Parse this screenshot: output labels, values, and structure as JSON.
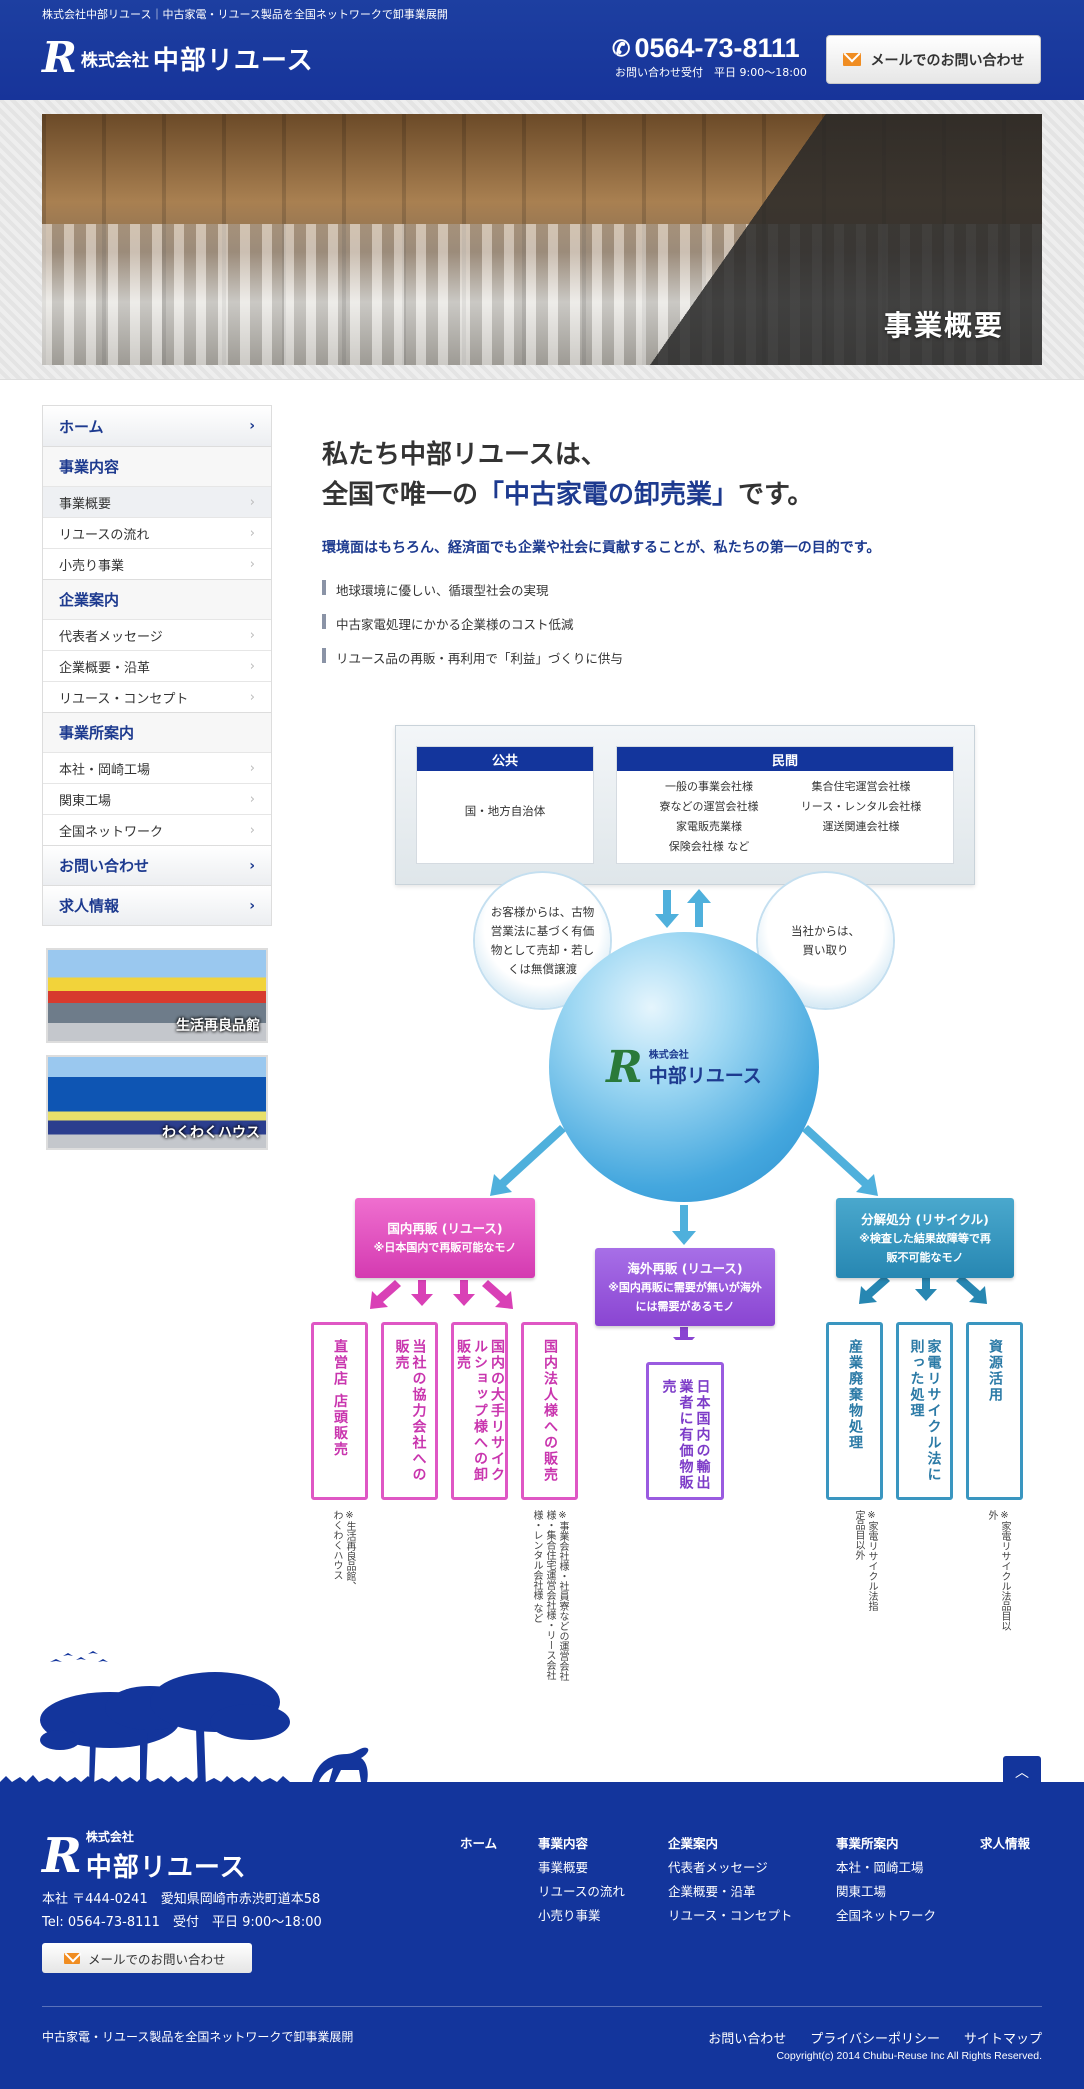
{
  "header": {
    "tagline": "株式会社中部リユース｜中古家電・リユース製品を全国ネットワークで卸事業展開",
    "logo_mark": "R",
    "logo_small": "株式会社",
    "logo_name": "中部リユース",
    "phone": "0564-73-8111",
    "phone_hours": "お問い合わせ受付　平日 9:00〜18:00",
    "mail_button": "メールでのお問い合わせ"
  },
  "hero": {
    "title": "事業概要"
  },
  "sidebar": {
    "home": "ホーム",
    "section_business": "事業内容",
    "business_items": [
      "事業概要",
      "リユースの流れ",
      "小売り事業"
    ],
    "section_company": "企業案内",
    "company_items": [
      "代表者メッセージ",
      "企業概要・沿革",
      "リユース・コンセプト"
    ],
    "section_offices": "事業所案内",
    "office_items": [
      "本社・岡崎工場",
      "関東工場",
      "全国ネットワーク"
    ],
    "contact": "お問い合わせ",
    "recruit": "求人情報",
    "banner1": "生活再良品館",
    "banner2": "わくわくハウス"
  },
  "main": {
    "title_line1": "私たち中部リユースは、",
    "title_line2_a": "全国で唯一の",
    "title_line2_hl": "「中古家電の卸売業」",
    "title_line2_b": "です。",
    "lead": "環境面はもちろん、経済面でも企業や社会に貢献することが、私たちの第一の目的です。",
    "bullets": [
      "地球環境に優しい、循環型社会の実現",
      "中古家電処理にかかる企業様のコスト低減",
      "リユース品の再販・再利用で「利益」づくりに供与"
    ]
  },
  "diagram": {
    "public_head": "公共",
    "public_body": "国・地方自治体",
    "private_head": "民間",
    "private_items": [
      "一般の事業会社様",
      "集合住宅運営会社様",
      "寮などの運営会社様",
      "リース・レンタル会社様",
      "家電販売業様",
      "運送関連会社様",
      "保険会社様 など"
    ],
    "bubble_left": "お客様からは、古物営業法に基づく有価物として売却・若しくは無償譲渡",
    "bubble_right": "当社からは、買い取り",
    "center_small": "株式会社",
    "center_name": "中部リユース",
    "domestic_title": "国内再販 (リユース)",
    "domestic_sub": "※日本国内で再販可能なモノ",
    "overseas_title": "海外再販 (リユース)",
    "overseas_sub": "※国内再販に需要が無いが海外には需要があるモノ",
    "disposal_title": "分解処分 (リサイクル)",
    "disposal_sub": "※検査した結果故障等で再販不可能なモノ",
    "domestic_items": [
      "直営店 店頭販売",
      "当社の協力会社への販売",
      "国内の大手リサイクルショップ様への卸販売",
      "国内法人様への販売"
    ],
    "overseas_items": [
      "日本国内の輸出業者に有価物販売"
    ],
    "disposal_items": [
      "産業廃棄物処理",
      "家電リサイクル法に則った処理",
      "資源活用"
    ],
    "note1": "※生活再良品館、わくわくハウス",
    "note2": "※事業会社様・社員寮などの運営会社様・集合住宅運営会社様・リース会社様・レンタル会社様 など",
    "note3": "※家電リサイクル法指定品目以外",
    "note4": "※家電リサイクル法品目以外"
  },
  "footer": {
    "logo_small": "株式会社",
    "logo_name": "中部リユース",
    "address": "本社 〒444-0241　愛知県岡崎市赤渋町道本58",
    "tel": "Tel: 0564-73-8111　受付　平日 9:00〜18:00",
    "mail_button": "メールでのお問い合わせ",
    "col_home": "ホーム",
    "col_business": {
      "head": "事業内容",
      "items": [
        "事業概要",
        "リユースの流れ",
        "小売り事業"
      ]
    },
    "col_company": {
      "head": "企業案内",
      "items": [
        "代表者メッセージ",
        "企業概要・沿革",
        "リユース・コンセプト"
      ]
    },
    "col_offices": {
      "head": "事業所案内",
      "items": [
        "本社・岡崎工場",
        "関東工場",
        "全国ネットワーク"
      ]
    },
    "col_recruit": "求人情報",
    "tagline": "中古家電・リユース製品を全国ネットワークで卸事業展開",
    "links": [
      "お問い合わせ",
      "プライバシーポリシー",
      "サイトマップ"
    ],
    "copyright": "Copyright(c) 2014 Chubu-Reuse Inc All Rights Reserved."
  },
  "colors": {
    "brand": "#13359c",
    "pink": "#d43ab1",
    "purple": "#8a45d2",
    "teal": "#2787b2",
    "accent": "#f08d22"
  }
}
